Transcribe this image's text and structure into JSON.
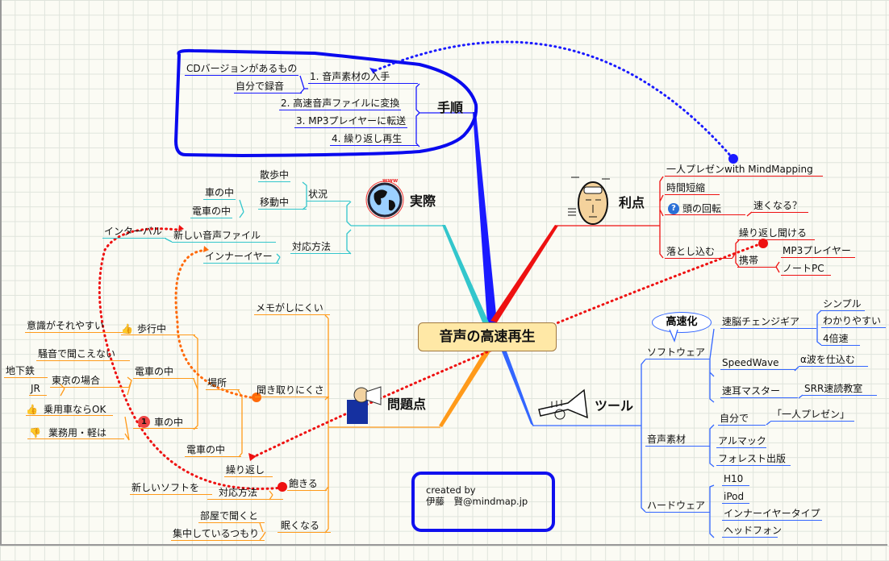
{
  "center": {
    "title": "音声の高速再生"
  },
  "credit": {
    "line1": "created by",
    "line2": "伊藤　賢@mindmap.jp"
  },
  "procedure": {
    "title": "手順",
    "items": [
      "CDバージョンがあるもの",
      "自分で録音",
      "1. 音声素材の入手",
      "2. 高速音声ファイルに変換",
      "3. MP3プレイヤーに転送",
      "4. 繰り返し再生"
    ]
  },
  "practice": {
    "title": "実際",
    "items": [
      "散歩中",
      "車の中",
      "移動中",
      "電車の中",
      "状況",
      "インターバル",
      "新しい音声ファイル",
      "対応方法",
      "インナーイヤー"
    ]
  },
  "problems": {
    "title": "問題点",
    "items": [
      "メモがしにくい",
      "意識がそれやすい",
      "歩行中",
      "騒音で聞こえない",
      "電車の中",
      "地下鉄",
      "東京の場合",
      "JR",
      "場所",
      "聞き取りにくさ",
      "乗用車ならOK",
      "車の中",
      "業務用・軽は",
      "電車の中",
      "繰り返し",
      "飽きる",
      "新しいソフトを",
      "対応方法",
      "部屋で聞くと",
      "眠くなる",
      "集中しているつもり"
    ],
    "badge": "1"
  },
  "benefits": {
    "title": "利点",
    "items": [
      "一人プレゼンwith MindMapping",
      "時間短縮",
      "頭の回転",
      "速くなる？",
      "繰り返し聞ける",
      "落とし込む",
      "携帯",
      "MP3プレイヤー",
      "ノートPC"
    ]
  },
  "tools": {
    "title": "ツール",
    "callout": "高速化",
    "items": [
      "ソフトウェア",
      "速脳チェンジギア",
      "シンプル",
      "わかりやすい",
      "4倍速",
      "SpeedWave",
      "α波を仕込む",
      "速耳マスター",
      "SRR速読教室",
      "自分で",
      "「一人プレゼン」",
      "音声素材",
      "アルマック",
      "フォレスト出版",
      "H10",
      "ハードウェア",
      "iPod",
      "インナーイヤータイプ",
      "ヘッドフォン"
    ]
  },
  "colors": {
    "procedure": "#1a1aff",
    "practice": "#33c6cc",
    "problems": "#ff9a1a",
    "benefits": "#ee1111",
    "tools": "#3366ff",
    "center_fill": "#ffe8a6"
  }
}
